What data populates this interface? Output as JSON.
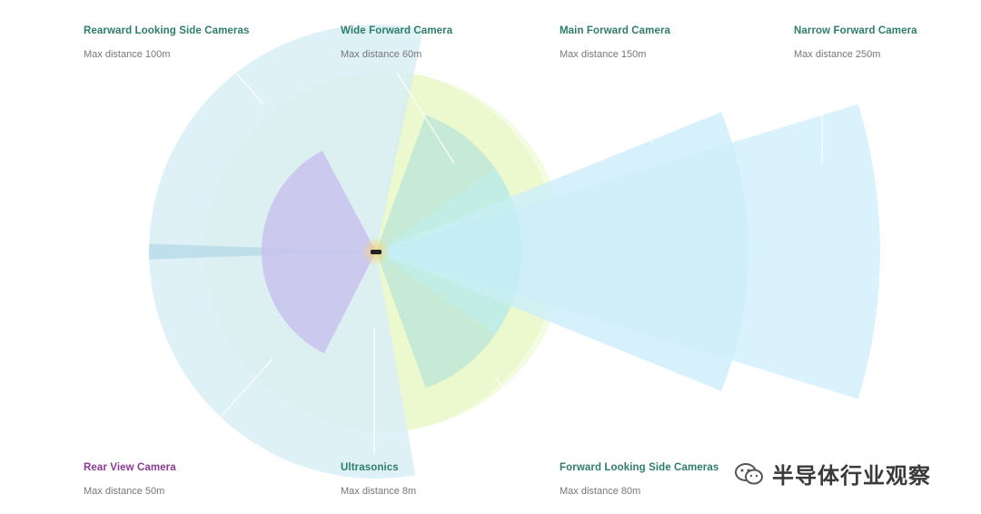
{
  "colors": {
    "title": "#2e7d6b",
    "rear_title": "#8a3a96",
    "distance": "#777777",
    "car": "#222222"
  },
  "zones": [
    {
      "id": "rearward-side",
      "title": "Rearward Looking Side Cameras",
      "distance": "Max distance 100m",
      "title_color": "#2e7d6b",
      "fill": "#d6eef5"
    },
    {
      "id": "wide-forward",
      "title": "Wide Forward Camera",
      "distance": "Max distance 60m",
      "title_color": "#2e7d6b",
      "fill": "#e9f8c8"
    },
    {
      "id": "main-forward",
      "title": "Main Forward Camera",
      "distance": "Max distance 150m",
      "title_color": "#2e7d6b",
      "fill": "#cdeefb"
    },
    {
      "id": "narrow-forward",
      "title": "Narrow Forward Camera",
      "distance": "Max distance 250m",
      "title_color": "#2e7d6b",
      "fill": "#cdeefb"
    },
    {
      "id": "rear-view",
      "title": "Rear View Camera",
      "distance": "Max distance 50m",
      "title_color": "#8a3a96",
      "fill": "#c9c2ee"
    },
    {
      "id": "ultrasonics",
      "title": "Ultrasonics",
      "distance": "Max distance 8m",
      "title_color": "#2e7d6b",
      "fill": "#f7d27a"
    },
    {
      "id": "forward-side",
      "title": "Forward Looking Side Cameras",
      "distance": "Max distance 80m",
      "title_color": "#2e7d6b",
      "fill": "#bfe8d6"
    }
  ],
  "watermark": {
    "text": "半导体行业观察",
    "icon": "wechat-icon"
  }
}
